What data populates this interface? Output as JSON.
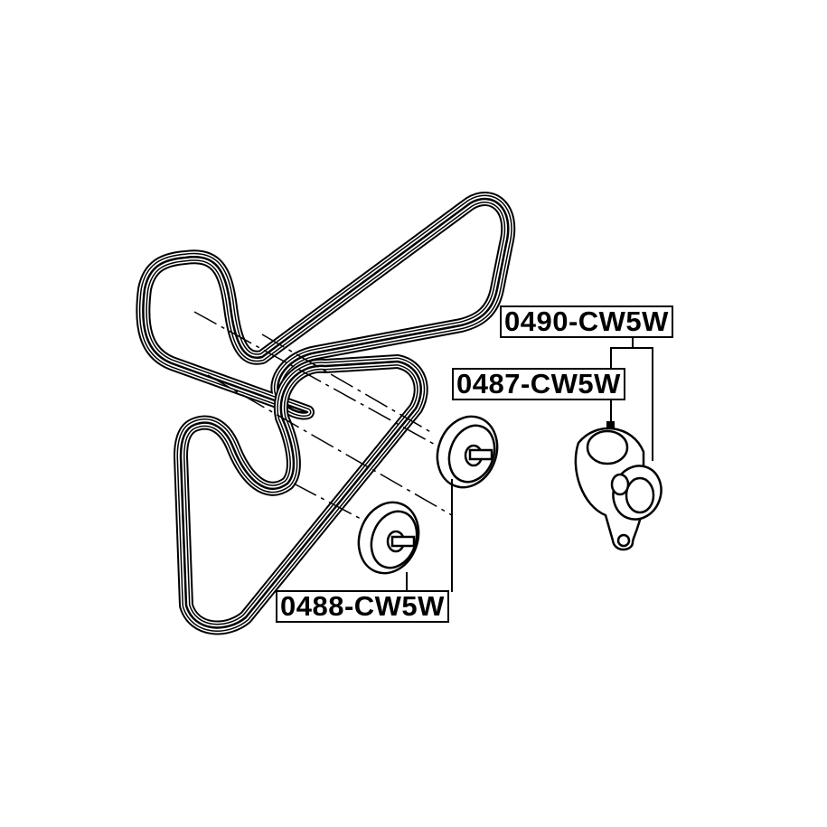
{
  "parts": {
    "tensioner_assembly": "0490-CW5W",
    "tensioner_pulley": "0487-CW5W",
    "idler_pulley": "0488-CW5W"
  },
  "colors": {
    "line": "#000000",
    "background": "#ffffff"
  }
}
